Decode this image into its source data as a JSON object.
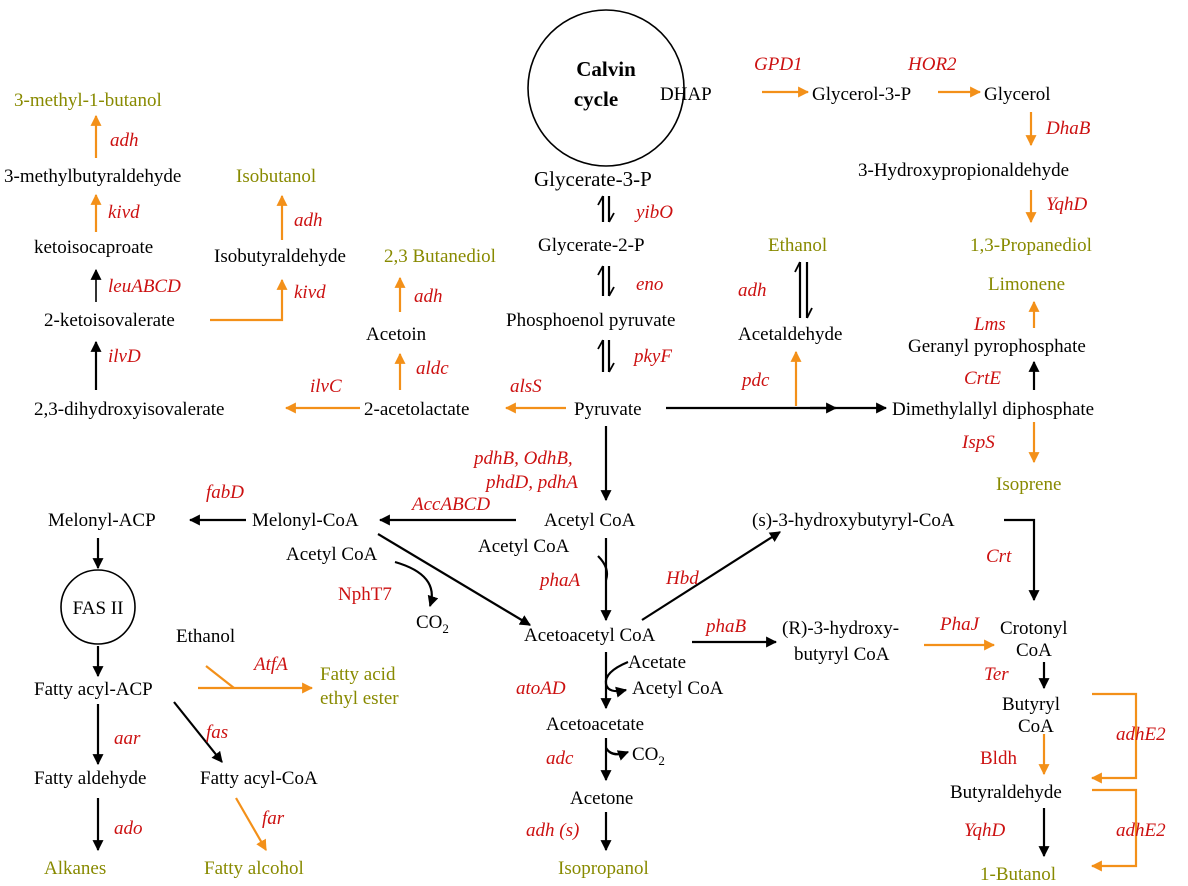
{
  "colors": {
    "metabolite": "#000000",
    "product": "#888a00",
    "enzyme": "#cc1111",
    "native_arrow": "#000000",
    "engineered_arrow": "#f39019"
  },
  "nodes": {
    "calvin_line1": "Calvin",
    "calvin_line2": "cycle",
    "dhap": "DHAP",
    "glycerol3p": "Glycerol-3-P",
    "glycerol": "Glycerol",
    "hydroxypropionaldehyde": "3-Hydroxypropionaldehyde",
    "glycerate3p": "Glycerate-3-P",
    "glycerate2p": "Glycerate-2-P",
    "pep": "Phosphoenol pyruvate",
    "pyruvate": "Pyruvate",
    "acetaldehyde": "Acetaldehyde",
    "geranyl_pp": "Geranyl pyrophosphate",
    "dmapp": "Dimethylallyl diphosphate",
    "methylbutyraldehyde": "3-methylbutyraldehyde",
    "ketoisocaproate": "ketoisocaproate",
    "isobutyraldehyde": "Isobutyraldehyde",
    "ketoisovalerate": "2-ketoisovalerate",
    "acetoin": "Acetoin",
    "dihydroxyisovalerate": "2,3-dihydroxyisovalerate",
    "acetolactate": "2-acetolactate",
    "acetyl_coa": "Acetyl CoA",
    "acetyl_coa_2": "Acetyl CoA",
    "acetyl_coa_3": "Acetyl CoA",
    "acetyl_coa_4": "Acetyl CoA",
    "melonyl_coa": "Melonyl-CoA",
    "melonyl_acp": "Melonyl-ACP",
    "fas2": "FAS II",
    "co2_1": "CO",
    "co2_1_sub": "2",
    "co2_2": "CO",
    "co2_2_sub": "2",
    "acetoacetyl_coa": "Acetoacetyl CoA",
    "hydroxybutyryl_coa_s": "(s)-3-hydroxybutyryl-CoA",
    "hydroxybutyryl_coa_r1": "(R)-3-hydroxy-",
    "hydroxybutyryl_coa_r2": "butyryl CoA",
    "crotonyl1": "Crotonyl",
    "crotonyl2": "CoA",
    "butyryl1": "Butyryl",
    "butyryl2": "CoA",
    "butyraldehyde": "Butyraldehyde",
    "ethanol_in": "Ethanol",
    "fatty_acyl_acp": "Fatty acyl-ACP",
    "fatty_aldehyde": "Fatty aldehyde",
    "fatty_acyl_coa": "Fatty acyl-CoA",
    "acetate": "Acetate",
    "acetoacetate": "Acetoacetate",
    "acetone": "Acetone"
  },
  "products": {
    "methylbutanol": "3-methyl-1-butanol",
    "isobutanol": "Isobutanol",
    "butanediol": "2,3 Butanediol",
    "ethanol": "Ethanol",
    "propanediol": "1,3-Propanediol",
    "limonene": "Limonene",
    "isoprene": "Isoprene",
    "faee1": "Fatty acid",
    "faee2": "ethyl ester",
    "alkanes": "Alkanes",
    "fatty_alcohol": "Fatty alcohol",
    "isopropanol": "Isopropanol",
    "butanol": "1-Butanol"
  },
  "enzymes": {
    "gpd1": "GPD1",
    "hor2": "HOR2",
    "dhab": "DhaB",
    "yqhd1": "YqhD",
    "yibo": "yibO",
    "eno": "eno",
    "pkyf": "pkyF",
    "adh_ethanol": "adh",
    "pdc": "pdc",
    "lms": "Lms",
    "crte": "CrtE",
    "isps": "IspS",
    "adh_mb": "adh",
    "kivd1": "kivd",
    "leuabcd": "leuABCD",
    "adh_ib": "adh",
    "kivd2": "kivd",
    "adh_bd": "adh",
    "aldc": "aldc",
    "ilvd": "ilvD",
    "ilvc": "ilvC",
    "alss": "alsS",
    "pdh1": "pdhB, OdhB,",
    "pdh2": "phdD, pdhA",
    "accabcd": "AccABCD",
    "fabd": "fabD",
    "npht7": "NphT7",
    "phaa": "phaA",
    "hbd": "Hbd",
    "crt": "Crt",
    "phab": "phaB",
    "phaj": "PhaJ",
    "ter": "Ter",
    "atfa": "AtfA",
    "atoad": "atoAD",
    "adc": "adc",
    "aar": "aar",
    "fas": "fas",
    "far": "far",
    "ado": "ado",
    "adh_s": "adh (s)",
    "bldh": "Bldh",
    "adhe2_1": "adhE2",
    "adhe2_2": "adhE2",
    "yqhd2": "YqhD"
  }
}
